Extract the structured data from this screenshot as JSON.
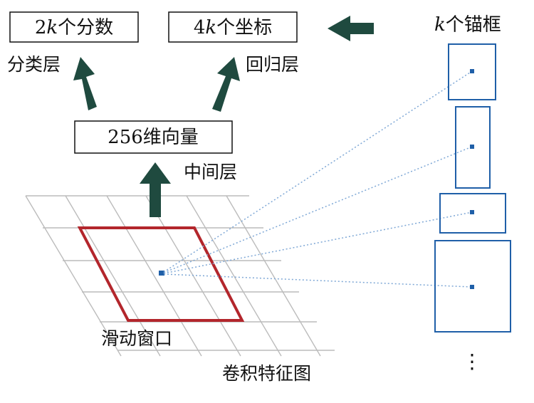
{
  "colors": {
    "arrow": "#1f4a3f",
    "grid": "#bcbcbc",
    "window": "#b3262c",
    "anchor_box": "#1f5fa8",
    "anchor_line": "#7fa8d6",
    "text": "#111111"
  },
  "boxes": {
    "scores": {
      "k": "k",
      "prefix": "2",
      "suffix": "个分数"
    },
    "coords": {
      "k": "k",
      "prefix": "4",
      "suffix": "个坐标"
    },
    "vector": "256维向量"
  },
  "labels": {
    "cls_layer": "分类层",
    "reg_layer": "回归层",
    "mid_layer": "中间层",
    "sliding_window": "滑动窗口",
    "feature_map": "卷积特征图",
    "anchors_k": "k",
    "anchors_suffix": "个锚框",
    "ellipsis": "⋮"
  }
}
